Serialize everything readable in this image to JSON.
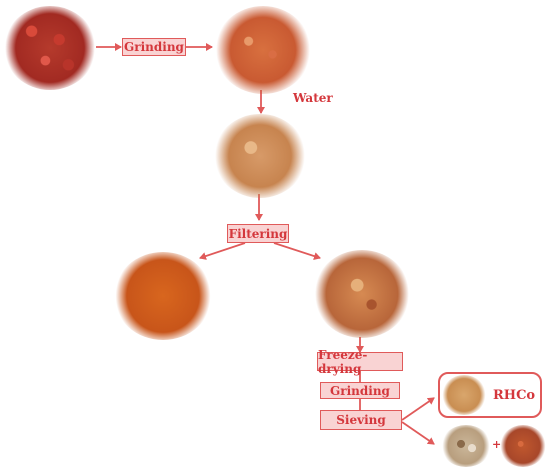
{
  "steps": {
    "grinding_1": "Grinding",
    "water": "Water",
    "filtering": "Filtering",
    "freeze_drying": "Freeze-drying",
    "grinding_2": "Grinding",
    "sieving": "Sieving"
  },
  "product": {
    "label": "RHCo"
  },
  "plus_sign": "+",
  "colors": {
    "accent": "#e05a5a",
    "box_fill": "#f9d3d3",
    "text": "#d4373c"
  }
}
